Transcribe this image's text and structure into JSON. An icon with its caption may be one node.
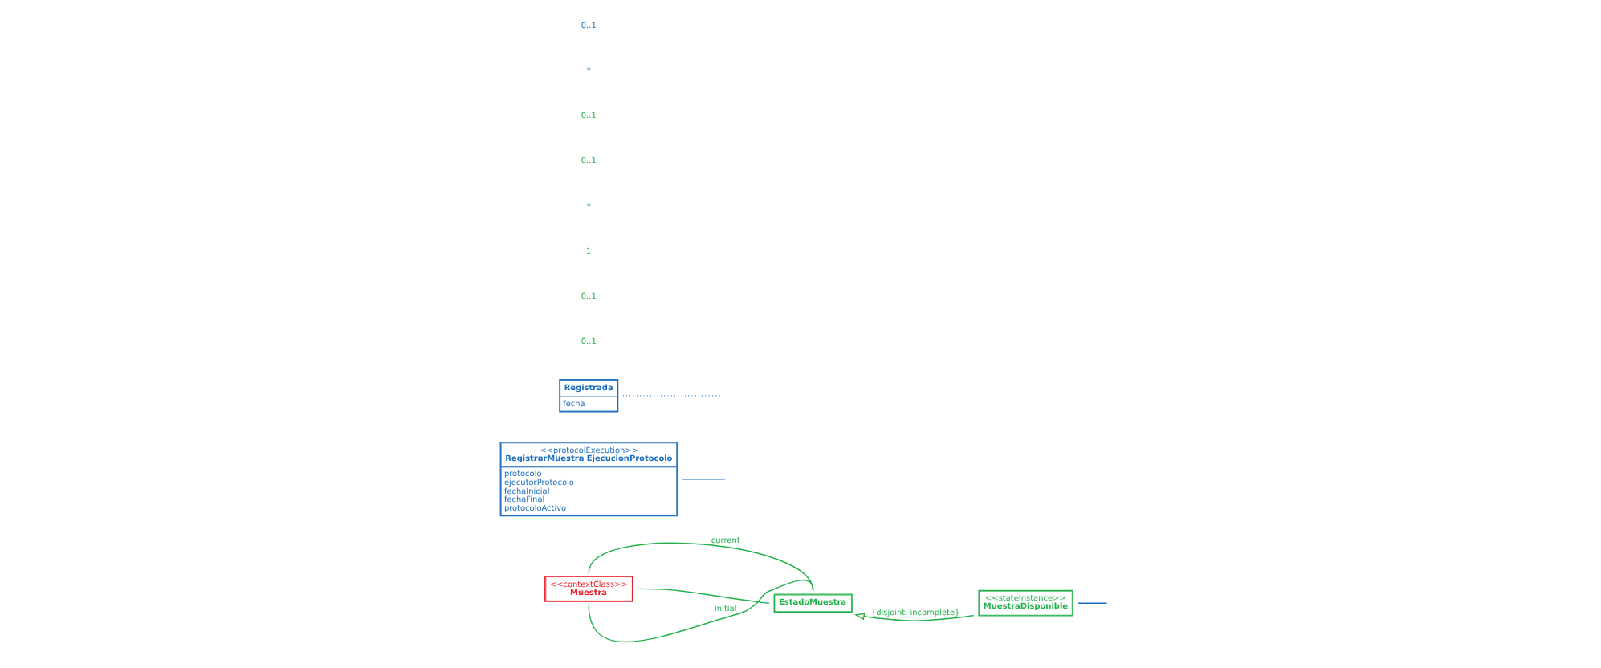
{
  "diagram": {
    "nodes": [
      {
        "text": [
          "<<contextClass>>",
          "Muestra"
        ]
      },
      {
        "text": [
          "EstadoMuestra"
        ]
      },
      {
        "text": [
          "<<stateInstance>>",
          "MuestraDisponible"
        ]
      },
      {
        "text": [
          "<<protocolExecution>>",
          "RegistrarMuestra EjecucionProtocolo",
          "protocolo",
          "ejecutorProtocolo",
          "fechaInicial",
          "fechaFinal",
          "protocoloActivo"
        ]
      },
      {
        "text": [
          "Registrada",
          "fecha"
        ]
      }
    ],
    "edges": [
      {
        "from": 0,
        "to": 1,
        "arrow": "none",
        "label": "current"
      },
      {
        "from": 0,
        "to": 1,
        "arrow": "none"
      },
      {
        "from": 0,
        "to": 1,
        "arrow": "none",
        "label": "initial"
      },
      {
        "from": 2,
        "to": 1,
        "arrow": "to",
        "label": "{disjoint, incomplete}"
      },
      {
        "from": 2,
        "to": null,
        "arrow": "none",
        "color": "#1f6fc0"
      },
      {
        "from": 3,
        "to": null,
        "arrow": "none",
        "color": "#1f6fc0"
      },
      {
        "from": 4,
        "to": null,
        "arrow": "none",
        "style": "dashed",
        "color": "#1f6fc0"
      }
    ],
    "labels": [
      "0..1",
      "0..1",
      "1",
      "*",
      "0..1",
      "0..1",
      "*",
      "0..1"
    ]
  }
}
